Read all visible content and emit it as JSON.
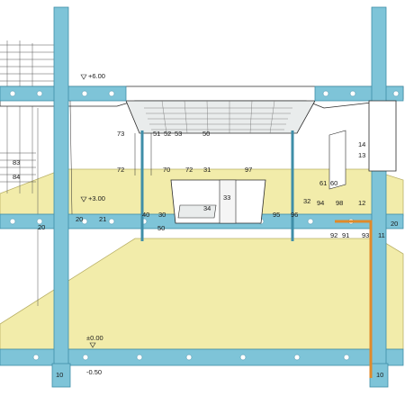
{
  "diagram": {
    "colors": {
      "steel_blue": "#7ec4d8",
      "steel_edge": "#3f8ea8",
      "floor_yellow": "#f2ecaa",
      "floor_edge": "#b9b067",
      "slab_grey": "#e9ecec",
      "line": "#2b2b2b",
      "accent_orange": "#e08a2a"
    },
    "levels": {
      "upper": "+6.00",
      "middle": "+3.00",
      "ground": "±0.00",
      "footing": "-0.50"
    },
    "callouts": {
      "n73": "73",
      "n51": "51",
      "n52": "52",
      "n53": "53",
      "n50_top": "50",
      "n14": "14",
      "n13": "13",
      "n83": "83",
      "n84": "84",
      "n72_left": "72",
      "n70": "70",
      "n72_mid": "72",
      "n31": "31",
      "n97": "97",
      "n61": "61",
      "n60": "60",
      "n33": "33",
      "n32": "32",
      "n94": "94",
      "n98": "98",
      "n12": "12",
      "n40": "40",
      "n30": "30",
      "n34": "34",
      "n95": "95",
      "n96": "96",
      "n20_left": "20",
      "n20_mid": "20",
      "n21": "21",
      "n50_mid": "50",
      "n92": "92",
      "n91": "91",
      "n93": "93",
      "n11": "11",
      "n20_right": "20",
      "n10_left": "10",
      "n10_right": "10"
    }
  }
}
